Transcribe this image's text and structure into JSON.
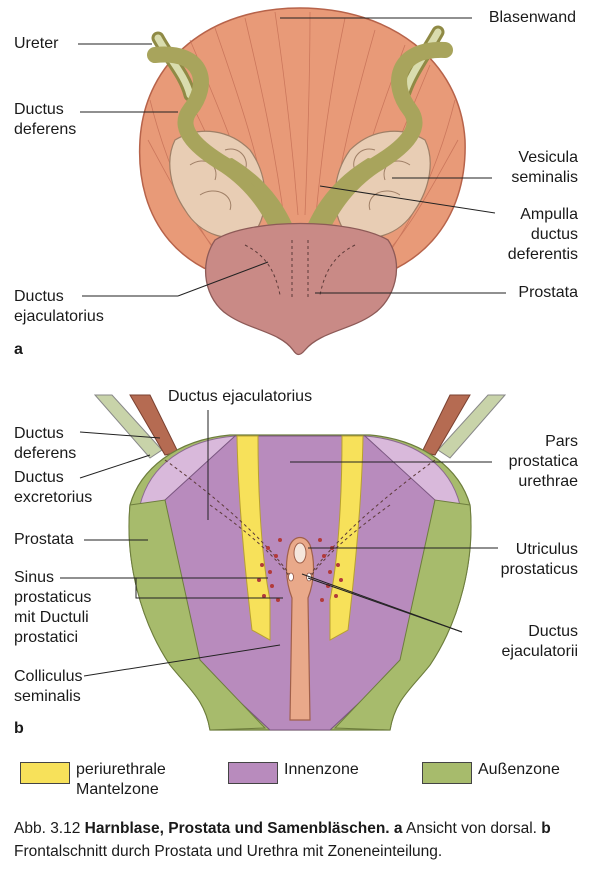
{
  "panel_a": {
    "letter": "a",
    "labels": {
      "blasenwand": "Blasenwand",
      "ureter": "Ureter",
      "ductus_deferens": "Ductus\ndeferens",
      "vesicula": "Vesicula\nseminalis",
      "ampulla": "Ampulla\nductus\ndeferentis",
      "ductus_ejac": "Ductus\nejaculatorius",
      "prostata": "Prostata"
    }
  },
  "panel_b": {
    "letter": "b",
    "labels": {
      "ductus_ejac_top": "Ductus ejaculatorius",
      "ductus_deferens": "Ductus\ndeferens",
      "ductus_excretorius": "Ductus\nexcretorius",
      "pars_prostatica": "Pars\nprostatica\nurethrae",
      "prostata": "Prostata",
      "utriculus": "Utriculus\nprostaticus",
      "sinus": "Sinus\nprostaticus\nmit Ductuli\nprostatici",
      "ductus_ejaculatorii": "Ductus\nejaculatorii",
      "colliculus": "Colliculus\nseminalis"
    }
  },
  "legend": [
    {
      "label": "periurethrale\nMantelzone",
      "color": "#f7e15a"
    },
    {
      "label": "Innenzone",
      "color": "#b88bbd"
    },
    {
      "label": "Außenzone",
      "color": "#a7bb6c"
    }
  ],
  "caption": {
    "prefix": "Abb. 3.12",
    "title": "Harnblase, Prostata und Samenbläschen.",
    "part_a_letter": "a",
    "part_a_text": "Ansicht von dorsal.",
    "part_b_letter": "b",
    "part_b_text": "Frontalschnitt durch Prostata und Urethra mit Zoneneinteilung."
  },
  "colors": {
    "bladder": "#e89a78",
    "bladder_dark": "#c86f55",
    "prostate_a": "#c98a86",
    "vesicle": "#e8cdb4",
    "duct": "#a8a45c",
    "ureter": "#d9dcae",
    "outer_zone": "#a7bb6c",
    "inner_zone": "#b88bbd",
    "inner_light": "#d9b9db",
    "mantle": "#f7e15a",
    "urethra": "#e9a98a",
    "dots": "#b23a3a"
  }
}
